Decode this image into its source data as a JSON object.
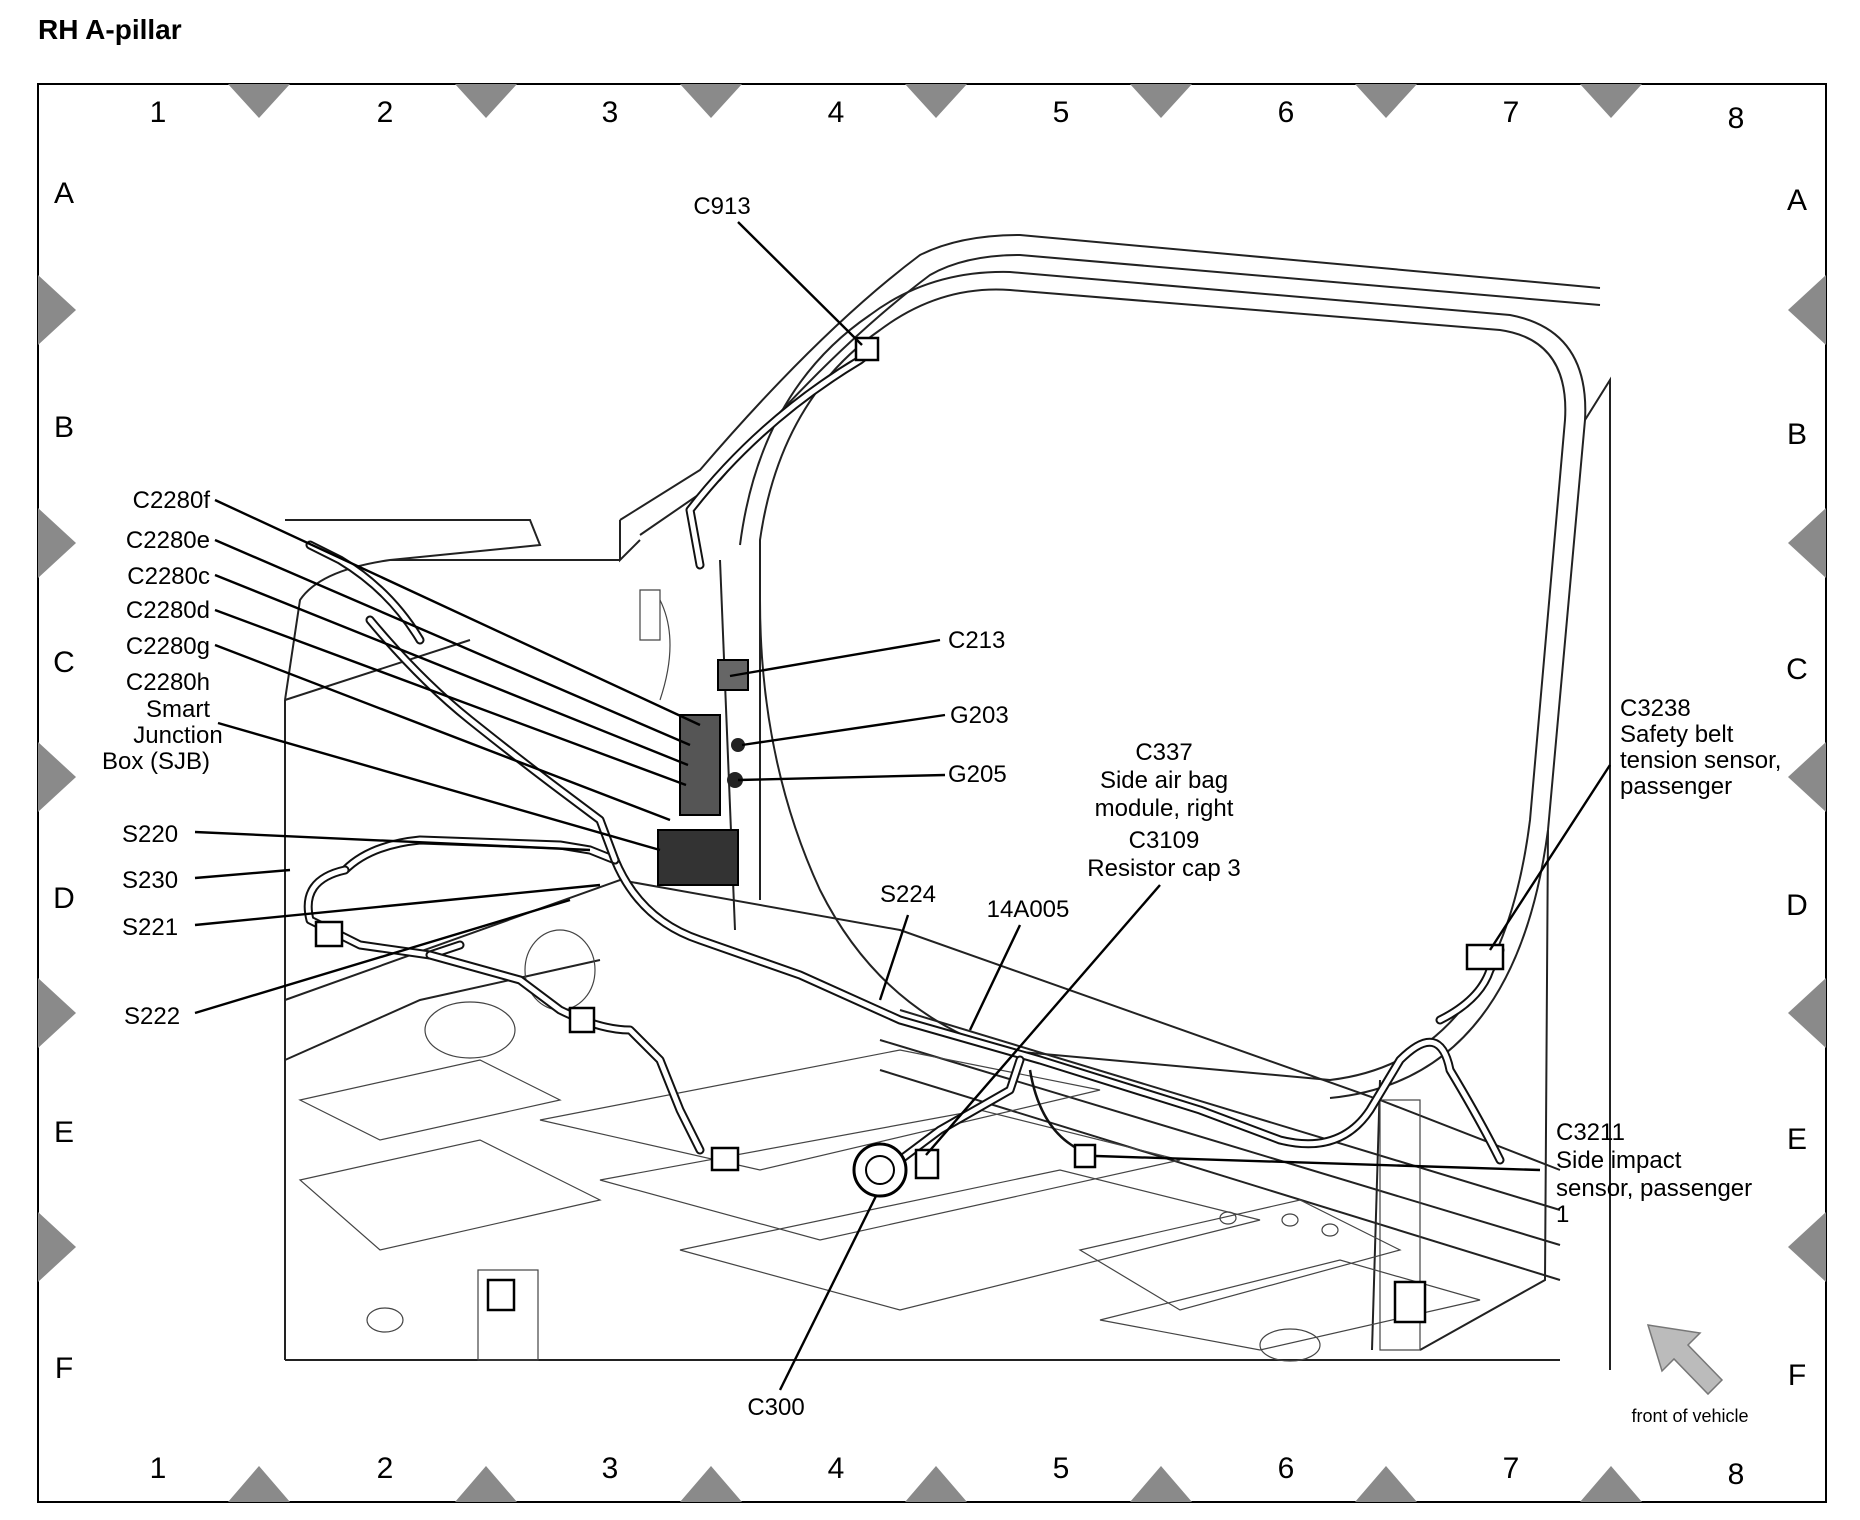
{
  "title": "RH  A-pillar",
  "grid": {
    "columns": [
      "1",
      "2",
      "3",
      "4",
      "5",
      "6",
      "7",
      "8"
    ],
    "rows": [
      "A",
      "B",
      "C",
      "D",
      "E",
      "F"
    ]
  },
  "labels": {
    "c913": "C913",
    "c2280f": "C2280f",
    "c2280e": "C2280e",
    "c2280c": "C2280c",
    "c2280d": "C2280d",
    "c2280g": "C2280g",
    "c2280h": "C2280h",
    "sjb_1": "Smart",
    "sjb_2": "Junction",
    "sjb_3": "Box (SJB)",
    "c213": "C213",
    "g203": "G203",
    "g205": "G205",
    "c337": "C337",
    "c337_desc_1": "Side air bag",
    "c337_desc_2": "module, right",
    "c3109": "C3109",
    "c3109_desc": "Resistor cap 3",
    "c3238": "C3238",
    "c3238_desc_1": "Safety belt",
    "c3238_desc_2": "tension sensor,",
    "c3238_desc_3": "passenger",
    "s220": "S220",
    "s230": "S230",
    "s221": "S221",
    "s222": "S222",
    "s224": "S224",
    "h14a005": "14A005",
    "c3211": "C3211",
    "c3211_desc_1": "Side impact",
    "c3211_desc_2": "sensor, passenger",
    "c3211_desc_3": "1",
    "c300": "C300",
    "front": "front of vehicle"
  }
}
